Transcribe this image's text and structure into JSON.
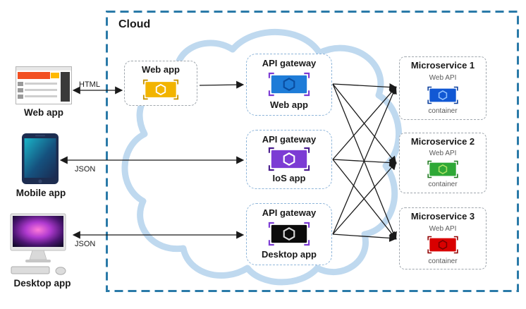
{
  "cloud": {
    "label": "Cloud"
  },
  "clients": {
    "web": {
      "label": "Web app",
      "arrow_label": "HTML"
    },
    "mobile": {
      "label": "Mobile app",
      "arrow_label": "JSON"
    },
    "desktop": {
      "label": "Desktop app",
      "arrow_label": "JSON"
    }
  },
  "web_app_box": {
    "label": "Web app",
    "icon": {
      "fill": "#F2B400",
      "accent": "#FFFFFF",
      "bracket": "#C79400"
    }
  },
  "gateways": [
    {
      "title": "API gateway",
      "subtitle": "Web app",
      "icon": {
        "fill": "#1E7CD8",
        "accent": "#0A4DA0",
        "bracket": "#7C3BD4"
      }
    },
    {
      "title": "API gateway",
      "subtitle": "IoS app",
      "icon": {
        "fill": "#7C3BD4",
        "accent": "#FFFFFF",
        "bracket": "#4B1F8E"
      }
    },
    {
      "title": "API gateway",
      "subtitle": "Desktop app",
      "icon": {
        "fill": "#0B0B0B",
        "accent": "#D9D9D9",
        "bracket": "#7C3BD4"
      }
    }
  ],
  "microservices": [
    {
      "title": "Microservice 1",
      "api_label": "Web API",
      "caption": "container",
      "icon": {
        "fill": "#1158D4",
        "accent": "#8FC0FF",
        "bracket": "#0A3E9C"
      }
    },
    {
      "title": "Microservice 2",
      "api_label": "Web API",
      "caption": "container",
      "icon": {
        "fill": "#2EA836",
        "accent": "#A8E063",
        "bracket": "#1E7A1E"
      }
    },
    {
      "title": "Microservice 3",
      "api_label": "Web API",
      "caption": "container",
      "icon": {
        "fill": "#D90000",
        "accent": "#7A0000",
        "bracket": "#8F0000"
      }
    }
  ],
  "colors": {
    "cloud_border": "#2A7AA8",
    "cloud_shape_stroke": "#BFD9EF",
    "arrow": "#1A1A1A"
  }
}
